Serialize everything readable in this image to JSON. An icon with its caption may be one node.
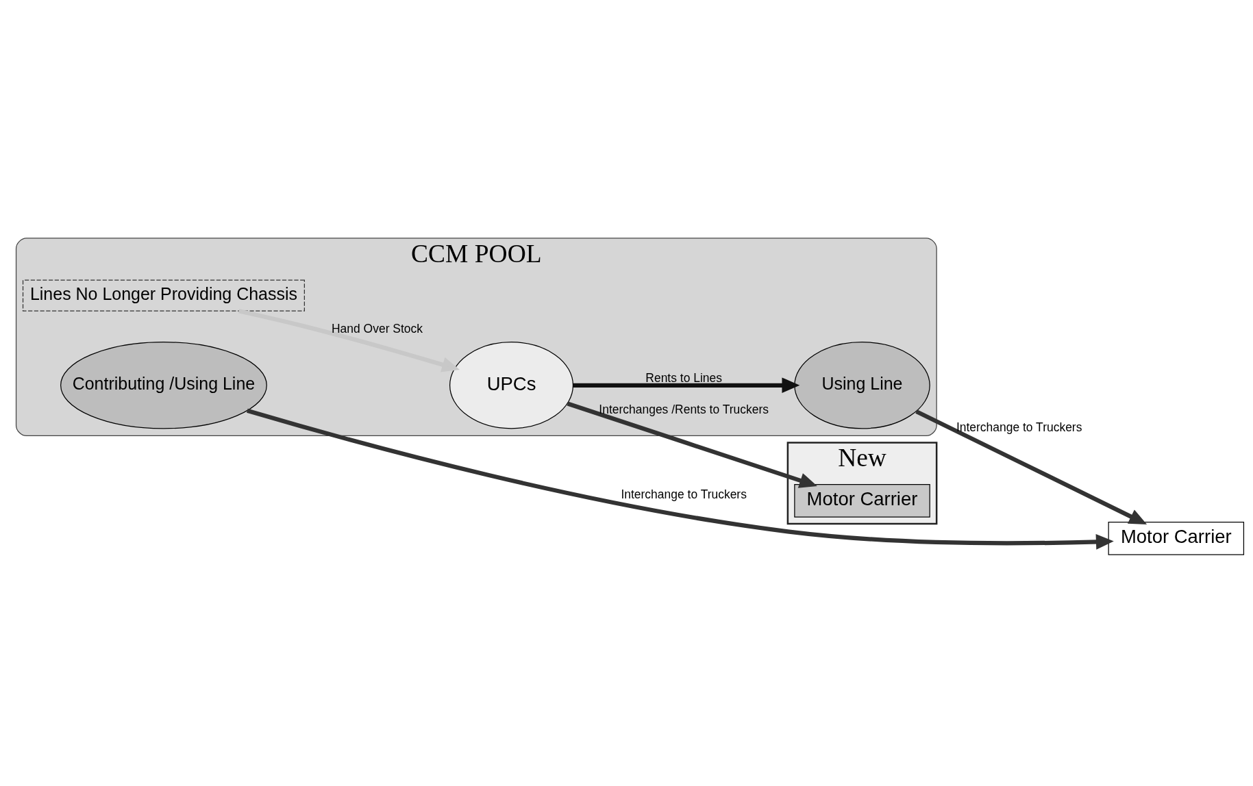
{
  "diagram": {
    "nodes": [
      {
        "text": [
          "CCM POOL"
        ]
      },
      {
        "text": [
          "Lines No Longer Providing Chassis"
        ],
        "in": 0
      },
      {
        "text": [
          "UPCs"
        ],
        "in": 0
      },
      {
        "text": [
          "Contributing /Using Line"
        ],
        "in": 0
      },
      {
        "text": [
          "Using Line"
        ],
        "in": 0
      },
      {
        "text": [
          "New"
        ]
      },
      {
        "text": [
          "Motor Carrier"
        ],
        "in": 5
      },
      {
        "text": [
          "Motor Carrier"
        ]
      }
    ],
    "edges": [
      {
        "from": 1,
        "to": 2,
        "arrow": "to",
        "label": "Hand Over Stock",
        "color": "#c8c8c8"
      },
      {
        "from": 2,
        "to": 6,
        "arrow": "to",
        "label": "Interchanges /Rents to Truckers"
      },
      {
        "from": 2,
        "to": 4,
        "arrow": "to",
        "label": "Rents to Lines",
        "color": "#111111"
      },
      {
        "from": 3,
        "to": 7,
        "arrow": "to",
        "label": "Interchange to Truckers"
      },
      {
        "from": 4,
        "to": 7,
        "arrow": "to",
        "label": "Interchange to Truckers"
      }
    ]
  }
}
